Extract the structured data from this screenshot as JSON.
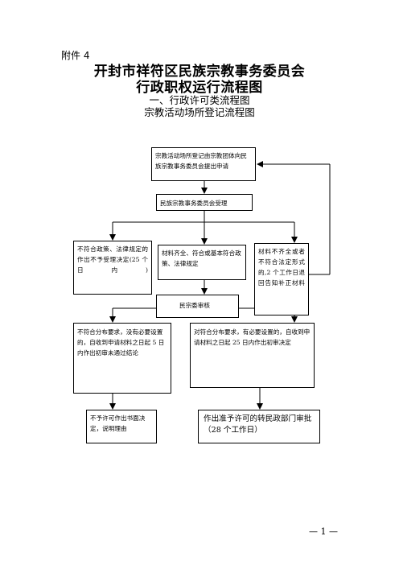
{
  "header": {
    "attachment": "附件 4",
    "title_line1": "开封市祥符区民族宗教事务委员会",
    "title_line2": "行政职权运行流程图",
    "subtitle1": "一、行政许可类流程图",
    "subtitle2": "宗教活动场所登记流程图"
  },
  "flow": {
    "apply": "宗教活动场所登记由宗教团体向民族宗教事务委员会提出申请",
    "accept": "民族宗教事务委员会受理",
    "reject_policy": "不符合政策、法律规定的作出不予受理决定(25 个日内)",
    "materials_ok": "材料齐全、符合或基本符合政策、法律规定",
    "materials_incomplete": "材料不齐全或者不符合法定形式的,2 个工作日退回告知补正材料",
    "review": "民宗委审核",
    "not_meet": "不符合分布要求，没有必要设置的，自收到申请材料之日起 5 日内作出初审未通过结论",
    "meet": "对符合分布要求，有必要设置的，自收到申请材料之日起 25 日内作出初审决定",
    "deny_written": "不予许可作出书面决定，说明理由",
    "approve_transfer": "作出准予许可的转民政部门审批（28 个工作日）"
  },
  "footer": {
    "page_number": "— 1 —"
  }
}
